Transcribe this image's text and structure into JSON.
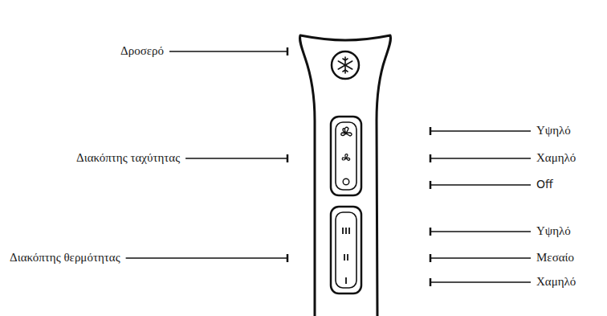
{
  "diagram": {
    "labels": [
      "Δροσερό",
      "Διακόπτης ταχύτητας",
      "Υψηλό",
      "Χαμηλό",
      "Off",
      "Διακόπτης θερμότητας",
      "Υψηλό",
      "Μεσαίο",
      "Χαμηλό"
    ]
  }
}
